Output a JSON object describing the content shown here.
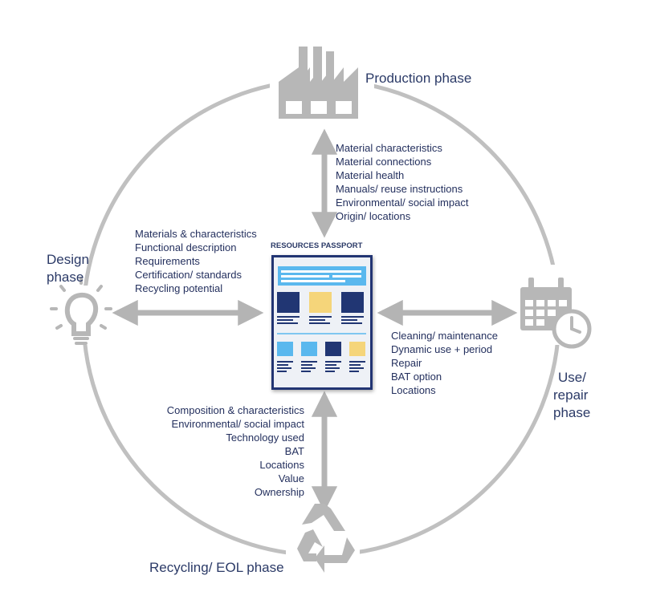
{
  "phases": {
    "production": "Production phase",
    "design_line1": "Design",
    "design_line2": "phase",
    "use_line1": "Use/",
    "use_line2": "repair",
    "use_line3": "phase",
    "recycling": "Recycling/ EOL phase"
  },
  "passport": {
    "title": "RESOURCES PASSPORT"
  },
  "info": {
    "production": [
      "Material characteristics",
      "Material connections",
      "Material health",
      "Manuals/ reuse instructions",
      "Environmental/ social impact",
      "Origin/ locations"
    ],
    "design": [
      "Materials & characteristics",
      "Functional description",
      "Requirements",
      "Certification/ standards",
      "Recycling potential"
    ],
    "use": [
      "Cleaning/ maintenance",
      "Dynamic use + period",
      "Repair",
      "BAT option",
      "Locations"
    ],
    "recycling": [
      "Composition & characteristics",
      "Environmental/ social impact",
      "Technology used",
      "BAT",
      "Locations",
      "Value",
      "Ownership"
    ]
  },
  "colors": {
    "ring": "#c0c0c0",
    "arrow": "#b4b4b4",
    "icon": "#b7b7b7",
    "text": "#24305e",
    "navy": "#213673",
    "yellow": "#f5d57a",
    "lightblue": "#5ab8ee",
    "panel": "#eef1f6"
  }
}
